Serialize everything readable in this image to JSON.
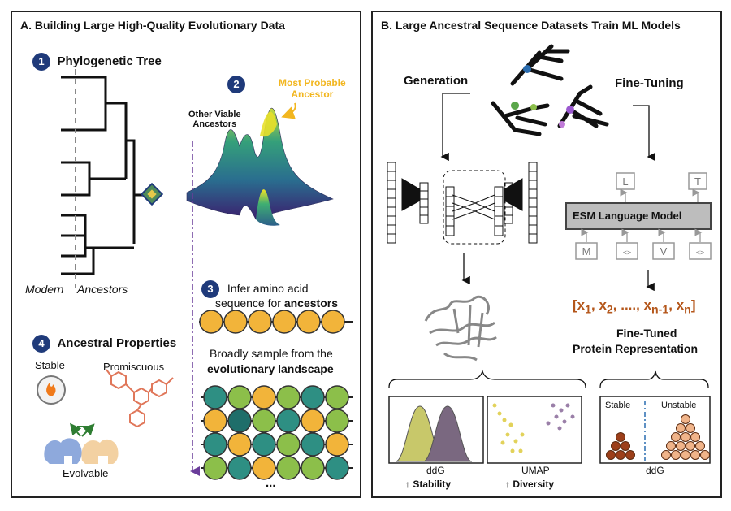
{
  "panel_a": {
    "title": "A. Building Large High-Quality Evolutionary Data",
    "step1": {
      "num": "1",
      "label": "Phylogenetic Tree"
    },
    "tree_modern_label": "Modern",
    "tree_ancestors_label": "Ancestors",
    "step2": {
      "num": "2"
    },
    "most_probable_label_1": "Most Probable",
    "most_probable_label_2": "Ancestor",
    "other_viable_label_1": "Other Viable",
    "other_viable_label_2": "Ancestors",
    "step3": {
      "num": "3",
      "line1": "Infer amino acid",
      "line2_prefix": "sequence for ",
      "line2_bold": "ancestors"
    },
    "sample_line1": "Broadly sample from the",
    "sample_line2": "evolutionary landscape",
    "ellipsis": "...",
    "step4": {
      "num": "4",
      "label": "Ancestral Properties"
    },
    "prop_stable": "Stable",
    "prop_promiscuous": "Promiscuous",
    "prop_evolvable": "Evolvable",
    "colors": {
      "badge": "#1f3a7a",
      "gold": "#f2b43a",
      "teal": "#2e8f83",
      "green": "#8cbf4a",
      "dark_teal": "#1f6e6a",
      "most_probable": "#f2b61f"
    }
  },
  "panel_b": {
    "title": "B. Large Ancestral Sequence Datasets Train ML Models",
    "generation_label": "Generation",
    "fine_tuning_label": "Fine-Tuning",
    "esm_label": "ESM Language Model",
    "top_tokens": [
      "L",
      "T"
    ],
    "bottom_tokens": [
      "M",
      "<>",
      "V",
      "<>"
    ],
    "rep_prefix": "[x",
    "rep_text": "[x1, x2, ...., xn-1, xn]",
    "finetuned_line1": "Fine-Tuned",
    "finetuned_line2": "Protein Representation",
    "plot1_xlabel": "ddG",
    "plot1_caption": "↑ Stability",
    "plot2_xlabel": "UMAP",
    "plot2_caption": "↑ Diversity",
    "plot3_stable": "Stable",
    "plot3_unstable": "Unstable",
    "plot3_xlabel": "ddG",
    "rep_color": "#b4561a"
  }
}
